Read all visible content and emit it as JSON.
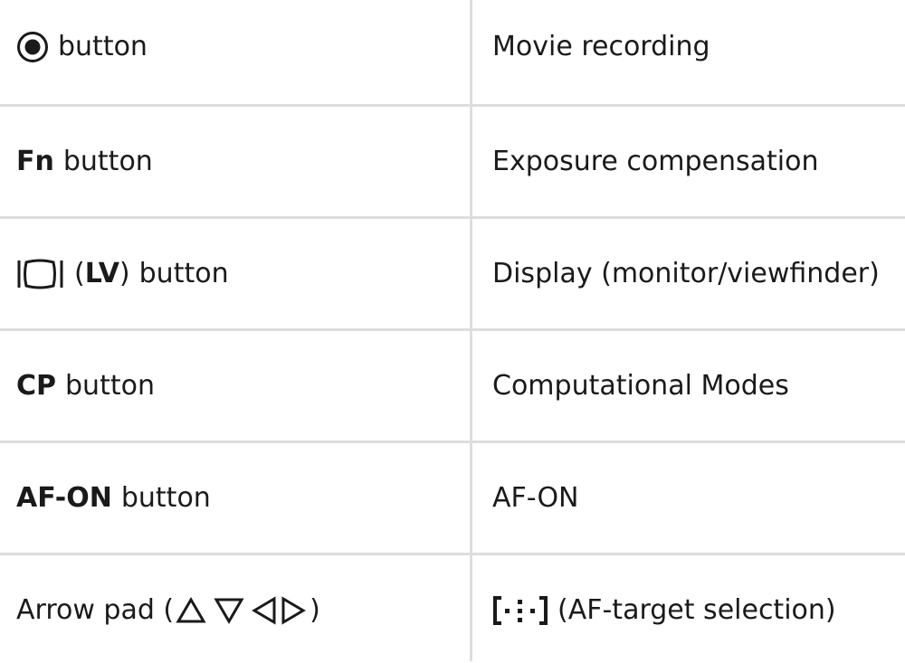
{
  "rows": [
    {
      "button": {
        "icon": "movie-record-icon",
        "bold": "",
        "suffix": "button"
      },
      "function": "Movie recording"
    },
    {
      "button": {
        "bold": "Fn",
        "suffix": "button"
      },
      "function": "Exposure compensation"
    },
    {
      "button": {
        "icon": "lv-display-icon",
        "paren_open": "(",
        "bold": "LV",
        "paren_close": ")",
        "suffix": "button"
      },
      "function": "Display (monitor/viewfinder)"
    },
    {
      "button": {
        "bold": "CP",
        "suffix": "button"
      },
      "function": "Computational Modes"
    },
    {
      "button": {
        "bold": "AF-ON",
        "suffix": "button"
      },
      "function": "AF-ON"
    },
    {
      "button": {
        "prefix": "Arrow pad (",
        "icons": [
          "arrow-up-icon",
          "arrow-down-icon",
          "arrow-left-icon",
          "arrow-right-icon"
        ],
        "suffix": ")"
      },
      "function_icon": "af-target-icon",
      "function": "(AF-target selection)"
    }
  ]
}
